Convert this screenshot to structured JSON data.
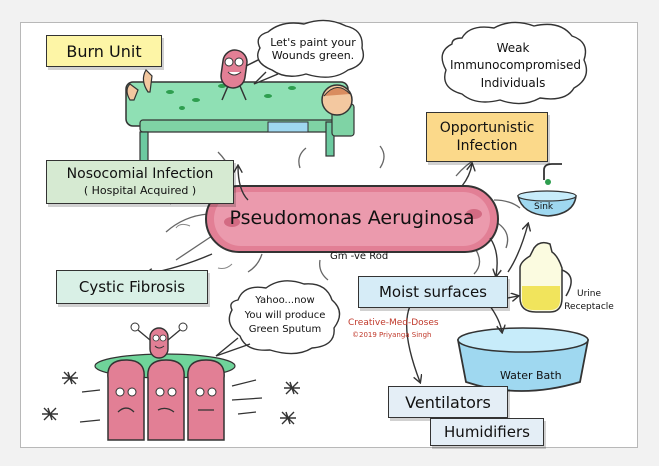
{
  "labels": {
    "burn_unit": "Burn Unit",
    "speech_burn": [
      "Let's paint your",
      "Wounds green."
    ],
    "weak_cloud": [
      "Weak",
      "Immunocompromised",
      "Individuals"
    ],
    "opportunistic": [
      "Opportunistic",
      "Infection"
    ],
    "nosocomial": "Nosocomial Infection",
    "nosocomial_sub": "( Hospital Acquired )",
    "pseudomonas": "Pseudomonas Aeruginosa",
    "gm_rod": "Gm -ve Rod",
    "sink": "Sink",
    "cystic": "Cystic Fibrosis",
    "moist": "Moist surfaces",
    "urine": [
      "Urine",
      "Receptacle"
    ],
    "speech_sputum": [
      "Yahoo...now",
      "You will produce",
      "Green Sputum"
    ],
    "credit": "Creative-Med-Doses",
    "copyright": "©2019 Priyanga Singh",
    "water_bath": "Water Bath",
    "ventilators": "Ventilators",
    "humidifiers": "Humidifiers"
  },
  "colors": {
    "burn_unit_fill": "#fdf5a6",
    "opportunistic_fill": "#fbd98a",
    "nosocomial_fill": "#d6ead2",
    "cystic_fill": "#d9f0e6",
    "moist_fill": "#d6ecf7",
    "ventilators_fill": "#e4eef6",
    "humidifiers_fill": "#e4eef6",
    "bacterium_fill": "#e27f95",
    "credit_red": "#c0392b"
  }
}
